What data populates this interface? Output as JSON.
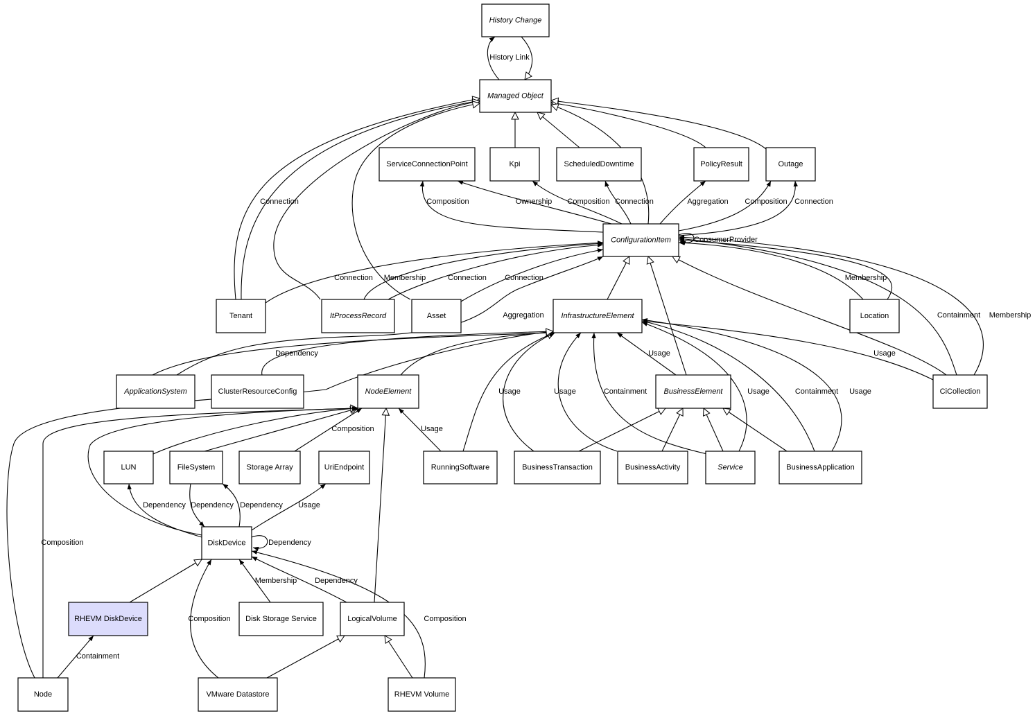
{
  "colors": {
    "highlight_fill": "#dcdcfc",
    "stroke": "#000000",
    "background": "#ffffff"
  },
  "nodes": [
    {
      "name": "History Change",
      "abstract": true
    },
    {
      "name": "Managed Object",
      "abstract": true
    },
    {
      "name": "ServiceConnectionPoint",
      "abstract": false
    },
    {
      "name": "Kpi",
      "abstract": false
    },
    {
      "name": "ScheduledDowntime",
      "abstract": false
    },
    {
      "name": "PolicyResult",
      "abstract": false
    },
    {
      "name": "Outage",
      "abstract": false
    },
    {
      "name": "ConfigurationItem",
      "abstract": true
    },
    {
      "name": "Tenant",
      "abstract": false
    },
    {
      "name": "ItProcessRecord",
      "abstract": true
    },
    {
      "name": "Asset",
      "abstract": false
    },
    {
      "name": "InfrastructureElement",
      "abstract": true
    },
    {
      "name": "Location",
      "abstract": false
    },
    {
      "name": "ApplicationSystem",
      "abstract": true
    },
    {
      "name": "ClusterResourceConfig",
      "abstract": false
    },
    {
      "name": "NodeElement",
      "abstract": true
    },
    {
      "name": "BusinessElement",
      "abstract": true
    },
    {
      "name": "CiCollection",
      "abstract": false
    },
    {
      "name": "LUN",
      "abstract": false
    },
    {
      "name": "FileSystem",
      "abstract": false
    },
    {
      "name": "Storage Array",
      "abstract": false
    },
    {
      "name": "UriEndpoint",
      "abstract": false
    },
    {
      "name": "RunningSoftware",
      "abstract": false
    },
    {
      "name": "BusinessTransaction",
      "abstract": false
    },
    {
      "name": "BusinessActivity",
      "abstract": false
    },
    {
      "name": "Service",
      "abstract": true
    },
    {
      "name": "BusinessApplication",
      "abstract": false
    },
    {
      "name": "DiskDevice",
      "abstract": false
    },
    {
      "name": "RHEVM DiskDevice",
      "abstract": false,
      "highlighted": true
    },
    {
      "name": "Disk Storage Service",
      "abstract": false
    },
    {
      "name": "LogicalVolume",
      "abstract": false
    },
    {
      "name": "Node",
      "abstract": false
    },
    {
      "name": "VMware Datastore",
      "abstract": false
    },
    {
      "name": "RHEVM Volume",
      "abstract": false
    }
  ],
  "edges": [
    {
      "from": "Managed Object",
      "to": "History Change",
      "kind": "association",
      "label": "History Link"
    },
    {
      "from": "History Change",
      "to": "Managed Object",
      "kind": "inheritance",
      "label": ""
    },
    {
      "from": "Kpi",
      "to": "Managed Object",
      "kind": "inheritance",
      "label": ""
    },
    {
      "from": "ScheduledDowntime",
      "to": "Managed Object",
      "kind": "inheritance",
      "label": ""
    },
    {
      "from": "PolicyResult",
      "to": "Managed Object",
      "kind": "inheritance",
      "label": ""
    },
    {
      "from": "Outage",
      "to": "Managed Object",
      "kind": "inheritance",
      "label": ""
    },
    {
      "from": "ConfigurationItem",
      "to": "Managed Object",
      "kind": "inheritance",
      "label": ""
    },
    {
      "from": "Tenant",
      "to": "Managed Object",
      "kind": "inheritance",
      "label": ""
    },
    {
      "from": "Tenant",
      "to": "Managed Object",
      "kind": "association",
      "label": "Connection"
    },
    {
      "from": "ItProcessRecord",
      "to": "Managed Object",
      "kind": "inheritance",
      "label": ""
    },
    {
      "from": "Asset",
      "to": "Managed Object",
      "kind": "inheritance",
      "label": ""
    },
    {
      "from": "ConfigurationItem",
      "to": "ServiceConnectionPoint",
      "kind": "association",
      "label": "Composition"
    },
    {
      "from": "ConfigurationItem",
      "to": "ServiceConnectionPoint",
      "kind": "association",
      "label": "Ownership"
    },
    {
      "from": "ConfigurationItem",
      "to": "Kpi",
      "kind": "association",
      "label": "Composition"
    },
    {
      "from": "ConfigurationItem",
      "to": "ScheduledDowntime",
      "kind": "association",
      "label": "Connection"
    },
    {
      "from": "ConfigurationItem",
      "to": "PolicyResult",
      "kind": "association",
      "label": "Aggregation"
    },
    {
      "from": "ConfigurationItem",
      "to": "Outage",
      "kind": "association",
      "label": "Composition"
    },
    {
      "from": "ConfigurationItem",
      "to": "Outage",
      "kind": "association",
      "label": "Connection"
    },
    {
      "from": "ConfigurationItem",
      "to": "ConfigurationItem",
      "kind": "association",
      "label": "ConsumerProvider"
    },
    {
      "from": "Tenant",
      "to": "ConfigurationItem",
      "kind": "association",
      "label": "Connection"
    },
    {
      "from": "ItProcessRecord",
      "to": "ConfigurationItem",
      "kind": "association",
      "label": "Membership"
    },
    {
      "from": "ItProcessRecord",
      "to": "ConfigurationItem",
      "kind": "association",
      "label": "Connection"
    },
    {
      "from": "Asset",
      "to": "ConfigurationItem",
      "kind": "association",
      "label": "Connection"
    },
    {
      "from": "ApplicationSystem",
      "to": "ConfigurationItem",
      "kind": "association",
      "label": "Aggregation"
    },
    {
      "from": "InfrastructureElement",
      "to": "ConfigurationItem",
      "kind": "inheritance",
      "label": ""
    },
    {
      "from": "BusinessElement",
      "to": "ConfigurationItem",
      "kind": "inheritance",
      "label": ""
    },
    {
      "from": "CiCollection",
      "to": "ConfigurationItem",
      "kind": "inheritance",
      "label": ""
    },
    {
      "from": "Location",
      "to": "ConfigurationItem",
      "kind": "association",
      "label": "Membership"
    },
    {
      "from": "Location",
      "to": "ConfigurationItem",
      "kind": "association",
      "label": ""
    },
    {
      "from": "CiCollection",
      "to": "ConfigurationItem",
      "kind": "association",
      "label": "Containment"
    },
    {
      "from": "CiCollection",
      "to": "ConfigurationItem",
      "kind": "association",
      "label": "Membership"
    },
    {
      "from": "CiCollection",
      "to": "InfrastructureElement",
      "kind": "association",
      "label": "Usage"
    },
    {
      "from": "ApplicationSystem",
      "to": "InfrastructureElement",
      "kind": "inheritance",
      "label": ""
    },
    {
      "from": "ClusterResourceConfig",
      "to": "InfrastructureElement",
      "kind": "association",
      "label": "Dependency"
    },
    {
      "from": "NodeElement",
      "to": "InfrastructureElement",
      "kind": "inheritance",
      "label": ""
    },
    {
      "from": "RunningSoftware",
      "to": "InfrastructureElement",
      "kind": "inheritance",
      "label": ""
    },
    {
      "from": "BusinessTransaction",
      "to": "InfrastructureElement",
      "kind": "association",
      "label": "Usage"
    },
    {
      "from": "BusinessActivity",
      "to": "InfrastructureElement",
      "kind": "association",
      "label": "Usage"
    },
    {
      "from": "Service",
      "to": "InfrastructureElement",
      "kind": "association",
      "label": "Containment"
    },
    {
      "from": "BusinessElement",
      "to": "InfrastructureElement",
      "kind": "association",
      "label": "Usage"
    },
    {
      "from": "Service",
      "to": "InfrastructureElement",
      "kind": "association",
      "label": "Usage"
    },
    {
      "from": "BusinessApplication",
      "to": "InfrastructureElement",
      "kind": "association",
      "label": "Containment"
    },
    {
      "from": "BusinessApplication",
      "to": "InfrastructureElement",
      "kind": "association",
      "label": "Usage"
    },
    {
      "from": "BusinessTransaction",
      "to": "BusinessElement",
      "kind": "inheritance",
      "label": ""
    },
    {
      "from": "BusinessActivity",
      "to": "BusinessElement",
      "kind": "inheritance",
      "label": ""
    },
    {
      "from": "Service",
      "to": "BusinessElement",
      "kind": "inheritance",
      "label": ""
    },
    {
      "from": "BusinessApplication",
      "to": "BusinessElement",
      "kind": "inheritance",
      "label": ""
    },
    {
      "from": "LUN",
      "to": "NodeElement",
      "kind": "inheritance",
      "label": ""
    },
    {
      "from": "FileSystem",
      "to": "NodeElement",
      "kind": "inheritance",
      "label": ""
    },
    {
      "from": "Storage Array",
      "to": "NodeElement",
      "kind": "association",
      "label": "Composition"
    },
    {
      "from": "RunningSoftware",
      "to": "NodeElement",
      "kind": "association",
      "label": "Usage"
    },
    {
      "from": "LogicalVolume",
      "to": "NodeElement",
      "kind": "inheritance",
      "label": ""
    },
    {
      "from": "DiskDevice",
      "to": "NodeElement",
      "kind": "inheritance",
      "label": ""
    },
    {
      "from": "Node",
      "to": "InfrastructureElement",
      "kind": "inheritance",
      "label": ""
    },
    {
      "from": "Node",
      "to": "NodeElement",
      "kind": "association",
      "label": "Composition"
    },
    {
      "from": "DiskDevice",
      "to": "LUN",
      "kind": "association",
      "label": "Dependency"
    },
    {
      "from": "FileSystem",
      "to": "DiskDevice",
      "kind": "association",
      "label": "Dependency"
    },
    {
      "from": "DiskDevice",
      "to": "FileSystem",
      "kind": "association",
      "label": "Dependency"
    },
    {
      "from": "DiskDevice",
      "to": "UriEndpoint",
      "kind": "association",
      "label": "Usage"
    },
    {
      "from": "DiskDevice",
      "to": "DiskDevice",
      "kind": "association",
      "label": "Dependency"
    },
    {
      "from": "RHEVM DiskDevice",
      "to": "DiskDevice",
      "kind": "inheritance",
      "label": ""
    },
    {
      "from": "Node",
      "to": "RHEVM DiskDevice",
      "kind": "association",
      "label": "Containment"
    },
    {
      "from": "VMware Datastore",
      "to": "DiskDevice",
      "kind": "association",
      "label": "Composition"
    },
    {
      "from": "Disk Storage Service",
      "to": "DiskDevice",
      "kind": "association",
      "label": "Membership"
    },
    {
      "from": "LogicalVolume",
      "to": "DiskDevice",
      "kind": "association",
      "label": "Dependency"
    },
    {
      "from": "RHEVM Volume",
      "to": "DiskDevice",
      "kind": "association",
      "label": "Composition"
    },
    {
      "from": "VMware Datastore",
      "to": "LogicalVolume",
      "kind": "inheritance",
      "label": ""
    },
    {
      "from": "RHEVM Volume",
      "to": "LogicalVolume",
      "kind": "inheritance",
      "label": ""
    }
  ]
}
